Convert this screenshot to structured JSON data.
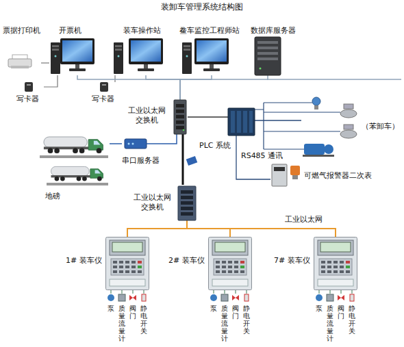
{
  "diagram": {
    "title": "装卸车管理系统结构图",
    "nodes": [
      {
        "text": [
          "票据打印机"
        ]
      },
      {
        "text": [
          "开票机"
        ]
      },
      {
        "text": [
          "写卡器"
        ]
      },
      {
        "text": [
          "装车操作站"
        ]
      },
      {
        "text": [
          "写卡器"
        ]
      },
      {
        "text": [
          "鲞车监控工程师站"
        ]
      },
      {
        "text": [
          "数据库服务器"
        ]
      },
      {
        "text": [
          "工业以太网 交换机"
        ]
      },
      {
        "text": [
          "PLC 系统"
        ]
      },
      {
        "text": [
          "串口服务器"
        ]
      },
      {
        "text": [
          "地磅"
        ]
      },
      {
        "text": [
          "工业以太网 交换机"
        ]
      },
      {
        "text": [
          "可燃气报警器二次表"
        ]
      },
      {
        "text": [
          "（苯卸车）"
        ]
      },
      {
        "text": [
          "1# 装车仪"
        ]
      },
      {
        "text": [
          "2# 装车仪"
        ]
      },
      {
        "text": [
          "7# 装车仪"
        ]
      }
    ],
    "edges": [
      {
        "from": 0,
        "to": 1,
        "arrow": "none"
      },
      {
        "from": 2,
        "to": 1,
        "arrow": "none"
      },
      {
        "from": 4,
        "to": 3,
        "arrow": "none"
      },
      {
        "from": 1,
        "to": 7,
        "arrow": "none"
      },
      {
        "from": 3,
        "to": 7,
        "arrow": "none"
      },
      {
        "from": 5,
        "to": 7,
        "arrow": "none"
      },
      {
        "from": 6,
        "to": 7,
        "arrow": "none"
      },
      {
        "from": 7,
        "to": 8,
        "arrow": "none"
      },
      {
        "from": 7,
        "to": 9,
        "arrow": "none"
      },
      {
        "from": 9,
        "to": 10,
        "arrow": "none"
      },
      {
        "from": 7,
        "to": 11,
        "arrow": "none"
      },
      {
        "from": 8,
        "to": 13,
        "arrow": "none"
      },
      {
        "from": 8,
        "to": 12,
        "label": "RS485 通讯",
        "arrow": "none"
      },
      {
        "from": 11,
        "to": 14,
        "arrow": "none"
      },
      {
        "from": 11,
        "to": 15,
        "arrow": "none"
      },
      {
        "from": 11,
        "to": 16,
        "arrow": "none"
      }
    ],
    "labels": [
      "工业以太网",
      "泵",
      "质量流量计",
      "阀门",
      "静电开关",
      "泵",
      "质量流量计",
      "阀门",
      "静电开关",
      "泵",
      "质量流量计",
      "阀门",
      "静电开关"
    ]
  }
}
